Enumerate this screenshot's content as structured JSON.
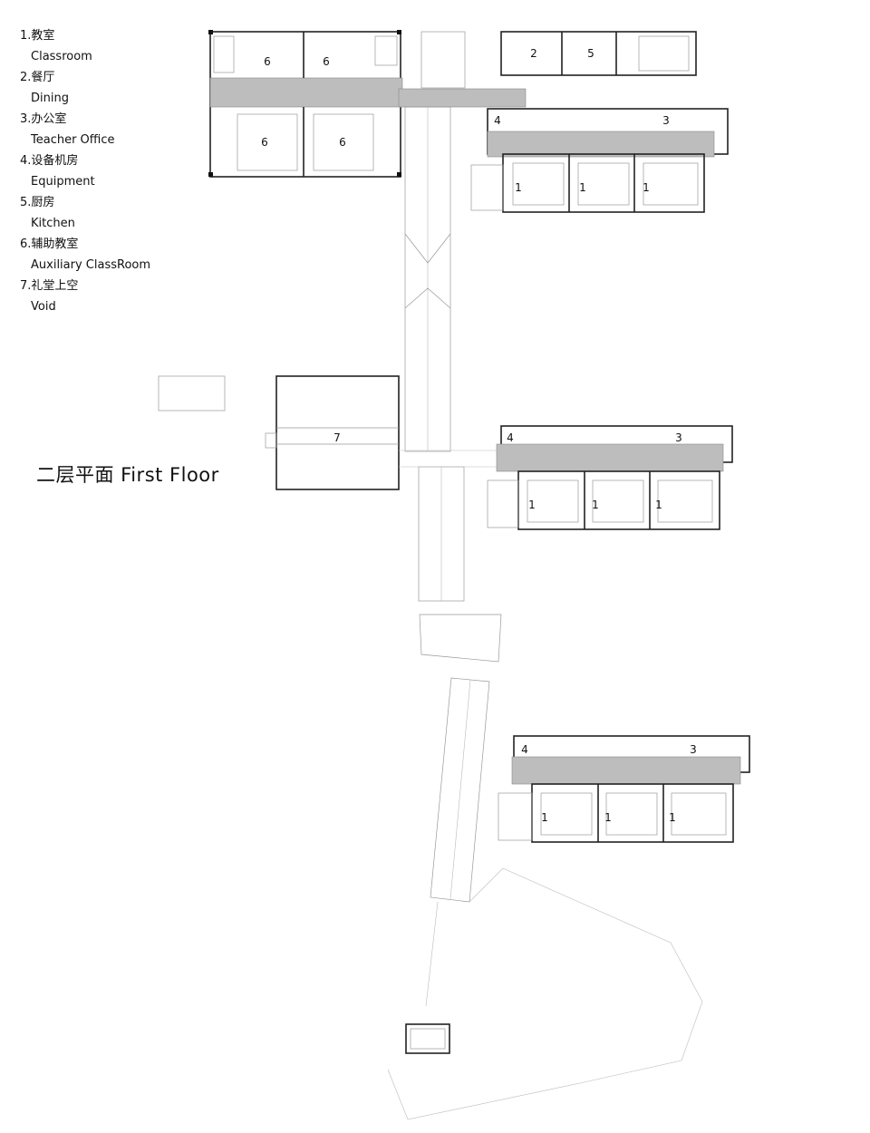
{
  "legend": [
    {
      "zh": "1.教室",
      "en": "Classroom"
    },
    {
      "zh": "2.餐厅",
      "en": "Dining"
    },
    {
      "zh": "3.办公室",
      "en": "Teacher Office"
    },
    {
      "zh": "4.设备机房",
      "en": "Equipment"
    },
    {
      "zh": "5.厨房",
      "en": "Kitchen"
    },
    {
      "zh": "6.辅助教室",
      "en": "Auxiliary ClassRoom"
    },
    {
      "zh": "7.礼堂上空",
      "en": "Void"
    }
  ],
  "title": "二层平面 First Floor",
  "room_numbers": {
    "aux_1": "6",
    "aux_2": "6",
    "aux_3": "6",
    "aux_4": "6",
    "dining": "2",
    "kitchen": "5",
    "a_equipment": "4",
    "a_office": "3",
    "a_class_1": "1",
    "a_class_2": "1",
    "a_class_3": "1",
    "void": "7",
    "b_equipment": "4",
    "b_office": "3",
    "b_class_1": "1",
    "b_class_2": "1",
    "b_class_3": "1",
    "c_equipment": "4",
    "c_office": "3",
    "c_class_1": "1",
    "c_class_2": "1",
    "c_class_3": "1"
  }
}
